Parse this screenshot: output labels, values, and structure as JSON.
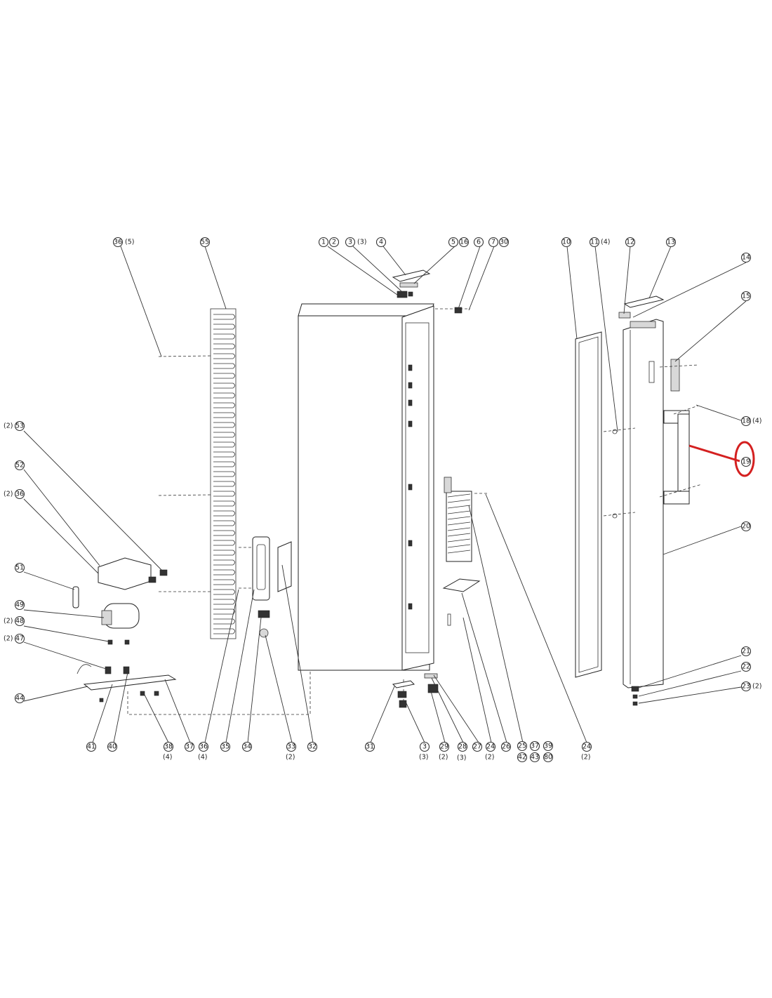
{
  "diagram": {
    "highlight_color": "#d42020",
    "callouts": [
      {
        "id": "c36a",
        "num": "36",
        "qty": "(5)"
      },
      {
        "id": "c55",
        "num": "55",
        "qty": ""
      },
      {
        "id": "c1",
        "num": "1",
        "qty": "2"
      },
      {
        "id": "c3a",
        "num": "3",
        "qty": "(3)"
      },
      {
        "id": "c4",
        "num": "4",
        "qty": ""
      },
      {
        "id": "c5",
        "num": "5",
        "qty": "16"
      },
      {
        "id": "c6",
        "num": "6",
        "qty": ""
      },
      {
        "id": "c7",
        "num": "7",
        "qty": "30"
      },
      {
        "id": "c10",
        "num": "10",
        "qty": ""
      },
      {
        "id": "c11",
        "num": "11",
        "qty": "(4)"
      },
      {
        "id": "c12",
        "num": "12",
        "qty": ""
      },
      {
        "id": "c13",
        "num": "13",
        "qty": ""
      },
      {
        "id": "c14",
        "num": "14",
        "qty": ""
      },
      {
        "id": "c15",
        "num": "15",
        "qty": ""
      },
      {
        "id": "c18",
        "num": "18",
        "qty": "(4)"
      },
      {
        "id": "c19",
        "num": "19",
        "qty": ""
      },
      {
        "id": "c20",
        "num": "20",
        "qty": ""
      },
      {
        "id": "c21",
        "num": "21",
        "qty": ""
      },
      {
        "id": "c22",
        "num": "22",
        "qty": ""
      },
      {
        "id": "c23",
        "num": "23",
        "qty": "(2)"
      },
      {
        "id": "c53",
        "num": "53",
        "qty": "(2)"
      },
      {
        "id": "c52",
        "num": "52",
        "qty": ""
      },
      {
        "id": "c36b",
        "num": "36",
        "qty": "(2)"
      },
      {
        "id": "c51",
        "num": "51",
        "qty": ""
      },
      {
        "id": "c49",
        "num": "49",
        "qty": ""
      },
      {
        "id": "c48",
        "num": "48",
        "qty": "(2)"
      },
      {
        "id": "c47",
        "num": "47",
        "qty": "(2)"
      },
      {
        "id": "c44",
        "num": "44",
        "qty": ""
      },
      {
        "id": "c41",
        "num": "41",
        "qty": ""
      },
      {
        "id": "c40",
        "num": "40",
        "qty": ""
      },
      {
        "id": "c38",
        "num": "38",
        "qty": "(4)"
      },
      {
        "id": "c37a",
        "num": "37",
        "qty": ""
      },
      {
        "id": "c36c",
        "num": "36",
        "qty": "(4)"
      },
      {
        "id": "c35",
        "num": "35",
        "qty": ""
      },
      {
        "id": "c34",
        "num": "34",
        "qty": ""
      },
      {
        "id": "c33",
        "num": "33",
        "qty": "(2)"
      },
      {
        "id": "c32",
        "num": "32",
        "qty": ""
      },
      {
        "id": "c31",
        "num": "31",
        "qty": ""
      },
      {
        "id": "c3b",
        "num": "3",
        "qty": "(3)"
      },
      {
        "id": "c29",
        "num": "29",
        "qty": "(2)"
      },
      {
        "id": "c28",
        "num": "28",
        "qty": "(3)"
      },
      {
        "id": "c27",
        "num": "27",
        "qty": ""
      },
      {
        "id": "c24a",
        "num": "24",
        "qty": "(2)"
      },
      {
        "id": "c26",
        "num": "26",
        "qty": ""
      },
      {
        "id": "c25",
        "num": "25",
        "qty": ""
      },
      {
        "id": "c37b",
        "num": "37",
        "qty": ""
      },
      {
        "id": "c39",
        "num": "39",
        "qty": ""
      },
      {
        "id": "c42",
        "num": "42",
        "qty": ""
      },
      {
        "id": "c43",
        "num": "43",
        "qty": ""
      },
      {
        "id": "c80",
        "num": "80",
        "qty": ""
      },
      {
        "id": "c24b",
        "num": "24",
        "qty": "(2)"
      }
    ]
  }
}
